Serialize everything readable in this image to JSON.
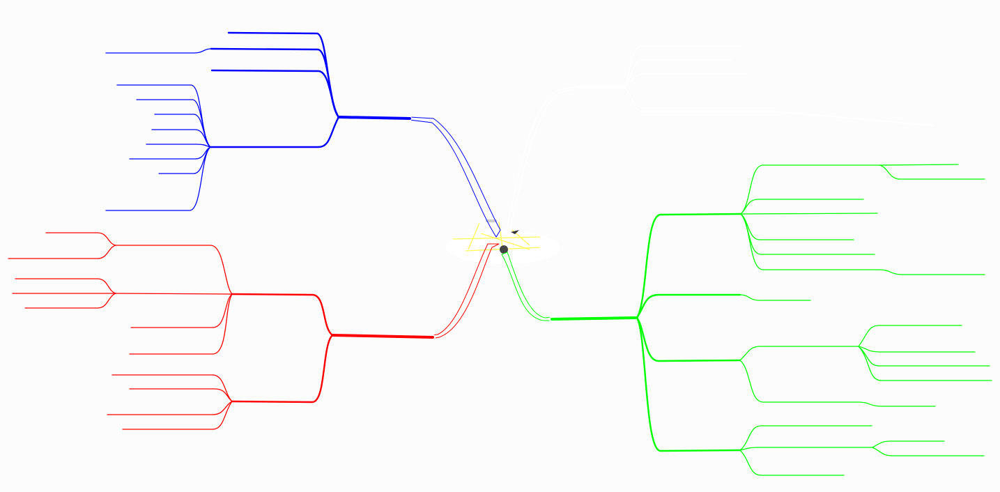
{
  "map": {
    "title": "",
    "branches": [
      {
        "id": "blue",
        "color": "#0000ff",
        "label": ""
      },
      {
        "id": "white",
        "color": "#ffffff",
        "label": ""
      },
      {
        "id": "green",
        "color": "#00ff00",
        "label": ""
      },
      {
        "id": "red",
        "color": "#ff0000",
        "label": ""
      }
    ],
    "center": {
      "ring_color": "#ffff66",
      "fill": "#ffffff",
      "icon_color": "#444444"
    }
  }
}
